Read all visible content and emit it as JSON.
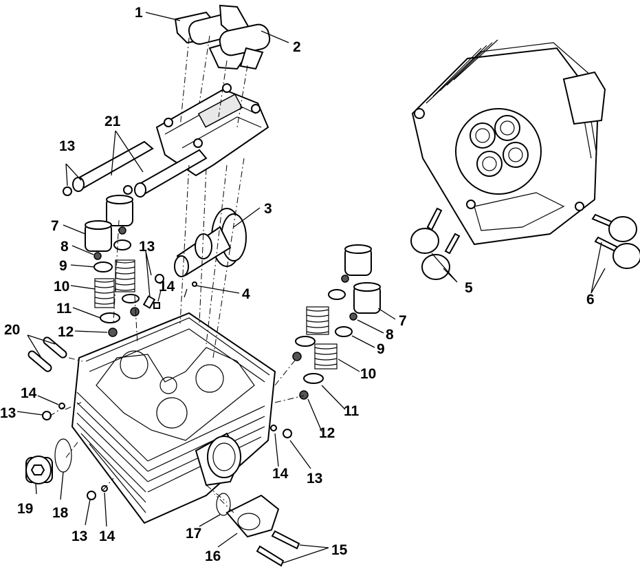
{
  "callouts": {
    "c1": "1",
    "c2": "2",
    "c3": "3",
    "c4": "4",
    "c5": "5",
    "c6": "6",
    "c7a": "7",
    "c7b": "7",
    "c8a": "8",
    "c8b": "8",
    "c9a": "9",
    "c9b": "9",
    "c10a": "10",
    "c10b": "10",
    "c11a": "11",
    "c11b": "11",
    "c12a": "12",
    "c12b": "12",
    "c13a": "13",
    "c13b": "13",
    "c13c": "13",
    "c13d": "13",
    "c13e": "13",
    "c14a": "14",
    "c14b": "14",
    "c14c": "14",
    "c14d": "14",
    "c15": "15",
    "c16": "16",
    "c17": "17",
    "c18": "18",
    "c19": "19",
    "c20": "20",
    "c21": "21"
  }
}
